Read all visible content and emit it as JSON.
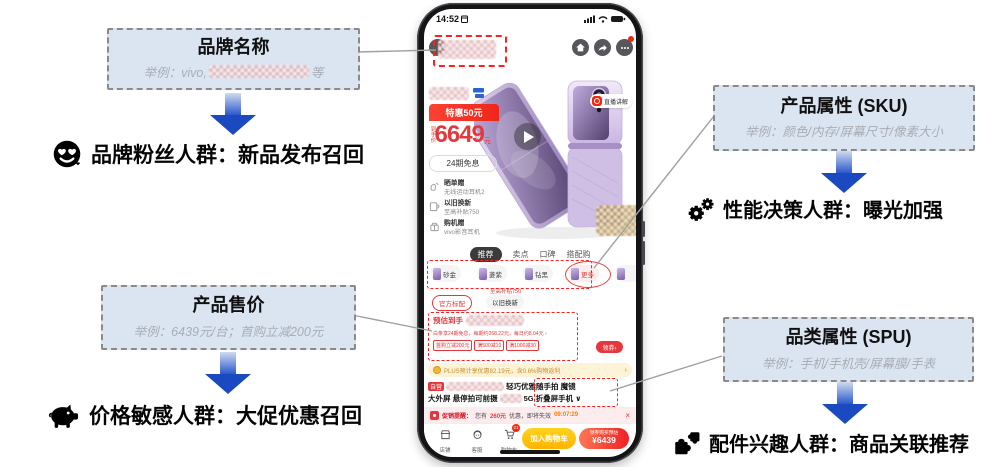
{
  "colors": {
    "accent_blue": "#1b49c0",
    "callout_fill": "#dbe5f2",
    "annotation_red": "#ff1f1f",
    "jd_red": "#e4393c",
    "jd_yellow": "#ffc20e",
    "countdown_orange": "#ff7a00"
  },
  "callouts": {
    "brand": {
      "title": "品牌名称",
      "example_prefix": "举例：vivo,",
      "example_suffix": "等"
    },
    "price": {
      "title": "产品售价",
      "example": "举例：6439元/台；首购立减200元"
    },
    "sku": {
      "title": "产品属性 (SKU)",
      "example": "举例：颜色/内存/屏幕尺寸/像素大小"
    },
    "spu": {
      "title": "品类属性 (SPU)",
      "example": "举例：手机/手机壳/屏幕膜/手表"
    }
  },
  "audiences": {
    "brand_fans": {
      "icon": "face-with-hearts-icon",
      "label": "品牌粉丝人群：新品发布召回"
    },
    "price_sensitive": {
      "icon": "pig-icon",
      "label": "价格敏感人群：大促优惠召回"
    },
    "performance": {
      "icon": "gears-icon",
      "label": "性能决策人群：曝光加强"
    },
    "accessory": {
      "icon": "puzzle-icon",
      "label": "配件兴趣人群：商品关联推荐"
    }
  },
  "phone": {
    "status_time": "14:52",
    "live_tag": "直播讲解",
    "offer_banner": "特惠50元",
    "price_label": "到手价",
    "price_value": "6649",
    "price_unit": "元",
    "installment": "24期免息",
    "promos": [
      {
        "title": "晒单赠",
        "desc": "无线运动耳机2"
      },
      {
        "title": "以旧换新",
        "desc": "至高补贴750"
      },
      {
        "title": "购机赠",
        "desc": "vivo影音耳机"
      }
    ],
    "tabs": [
      "推荐",
      "卖点",
      "口碑",
      "搭配购"
    ],
    "sku_chips": [
      "砂金",
      "菱紫",
      "钻黑"
    ],
    "more_chip": "更多",
    "config_chip_a": "官方标配",
    "config_chip_b": "以旧换新",
    "config_chip_b_tag": "至高补贴750",
    "estimate_label": "预估到手",
    "installment_note": "白条享24期免息，每期约268.22元，每日约8.04元 ›",
    "coupons": [
      "首购立减200元",
      "满500减10",
      "满1000减30"
    ],
    "get_coupon": "领券›",
    "plus_banner": "PLUS预计享优惠82.19元，含0.6%购物返利",
    "plus_arrow": "›",
    "title_tag": "自营",
    "title_line1_tail": "轻巧优雅随手拍 魔镜",
    "title_line2_head": "大外屏 悬停拍可前摄",
    "title_line2_tail": "5G 折叠屏手机 ∨",
    "promo_bar_label": "促销提醒：",
    "promo_bar_text1": "您有",
    "promo_bar_amount": "260元",
    "promo_bar_text2": "优惠，即将失效",
    "promo_bar_countdown": "09:07:29",
    "promo_bar_close": "×",
    "bottom": {
      "shop": "店铺",
      "service": "客服",
      "cart": "购物车",
      "cart_badge": "21",
      "add_cart": "加入购物车",
      "buy_note": "领券购买预估",
      "buy_price": "¥6439"
    }
  }
}
